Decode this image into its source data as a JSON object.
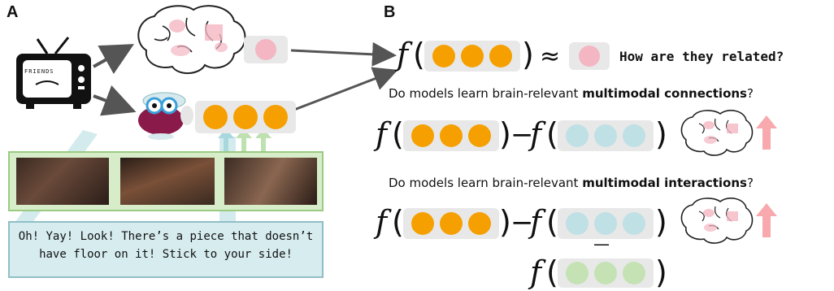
{
  "panels": {
    "a_label": "A",
    "b_label": "B"
  },
  "tv": {
    "screen_text": "FRIENDS",
    "icon": "tv-icon"
  },
  "caption": {
    "line1": "Oh! Yay! Look! There’s a piece that doesn’t",
    "line2": "have floor on it! Stick to your side!"
  },
  "panel_b": {
    "func": "f",
    "approx": "≈",
    "minus": "−",
    "q_related": "How are they related?",
    "q_connections_prefix": "Do models learn brain-relevant ",
    "q_connections_bold": "multimodal connections",
    "q_connections_suffix": "?",
    "q_interactions_prefix": "Do models learn brain-relevant ",
    "q_interactions_bold": "multimodal interactions",
    "q_interactions_suffix": "?",
    "under_minus": "—"
  },
  "colors": {
    "orange": "#f5a000",
    "pink": "#f4b6c2",
    "teal": "#bfe0e4",
    "green": "#c4e2b4",
    "pill": "#e8e8e8",
    "arrow": "#555555",
    "up_arrow": "#f7a9ad"
  },
  "icons": [
    "brain-icon",
    "robot-head-icon",
    "up-arrow-icon"
  ]
}
